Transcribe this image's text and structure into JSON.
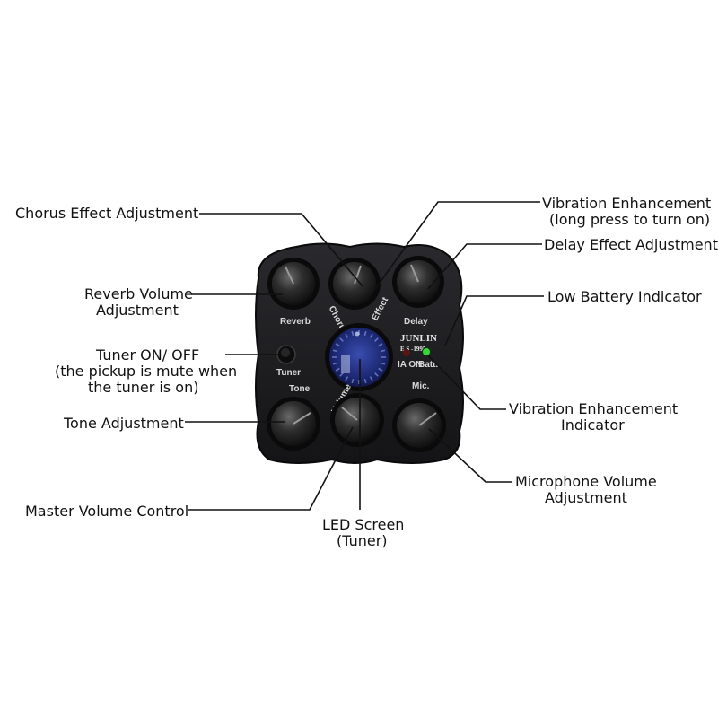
{
  "callouts": {
    "chorus": "Chorus Effect Adjustment",
    "vibration_line1": "Vibration Enhancement",
    "vibration_line2": "(long press to turn on)",
    "delay": "Delay Effect Adjustment",
    "reverb_line1": "Reverb Volume",
    "reverb_line2": "Adjustment",
    "low_battery": "Low Battery Indicator",
    "tuner_line1": "Tuner ON/ OFF",
    "tuner_line2": "(the pickup is mute when",
    "tuner_line3": "the tuner is on)",
    "vib_indicator_line1": "Vibration Enhancement",
    "vib_indicator_line2": "Indicator",
    "tone": "Tone Adjustment",
    "mic_line1": "Microphone Volume",
    "mic_line2": "Adjustment",
    "master": "Master Volume Control",
    "led_line1": "LED Screen",
    "led_line2": "(Tuner)"
  },
  "device": {
    "label_reverb": "Reverb",
    "label_chorus": "Chorus",
    "label_effect": "Effect",
    "label_delay": "Delay",
    "label_tuner": "Tuner",
    "label_tone": "Tone",
    "label_volume": "Volume",
    "label_mic": "Mic.",
    "brand": "JUNLIN",
    "model": "E S -1995",
    "label_ia_on": "IA ON",
    "label_batt": "Batt.",
    "colors": {
      "body": "#1b1b1e",
      "knob": "#2a2a2a",
      "screen": "#1d2a78",
      "led_green": "#39d33f",
      "led_red": "#5a1414"
    }
  }
}
